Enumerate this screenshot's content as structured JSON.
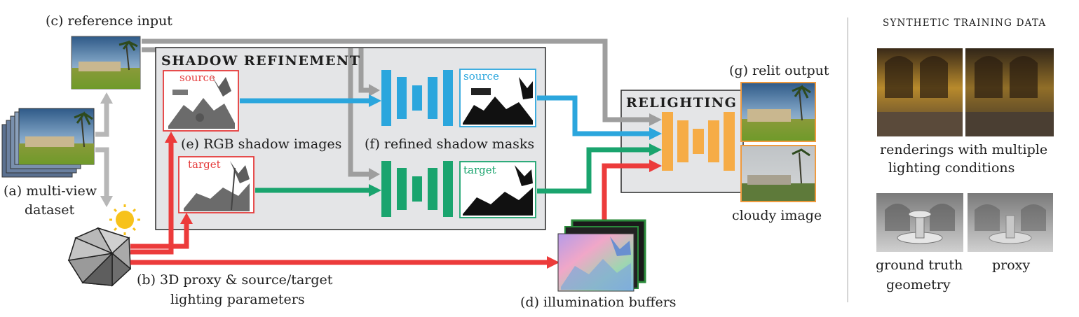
{
  "labels": {
    "reference_input": "(c) reference input",
    "multiview_line1": "(a) multi-view",
    "multiview_line2": "dataset",
    "proxy_line1": "(b) 3D proxy & source/target",
    "proxy_line2": "lighting parameters",
    "shadow_refinement": "SHADOW REFINEMENT",
    "rgb_shadow_images": "(e) RGB shadow images",
    "refined_shadow_masks": "(f) refined shadow masks",
    "illumination_buffers": "(d) illumination buffers",
    "relighting": "RELIGHTING",
    "relit_output": "(g) relit output",
    "cloudy_image": "cloudy image"
  },
  "tags": {
    "source_shadow": "source",
    "target_shadow": "target",
    "source_mask": "source",
    "target_mask": "target"
  },
  "synthetic": {
    "heading": "SYNTHETIC TRAINING DATA",
    "renderings_line1": "renderings with multiple",
    "renderings_line2": "lighting conditions",
    "gt_line1": "ground truth",
    "gt_line2": "geometry",
    "proxy": "proxy"
  },
  "colors": {
    "source": "#2ba6dd",
    "target": "#1aa46e",
    "light": "#ec3b3b",
    "reference": "#9e9e9e",
    "network": "#f6ac46",
    "panel_fill": "#e4e5e7",
    "source_frame": "#e53b3b",
    "target_frame_shadow": "#e53b3b",
    "output_frame": "#ef9a3e"
  }
}
